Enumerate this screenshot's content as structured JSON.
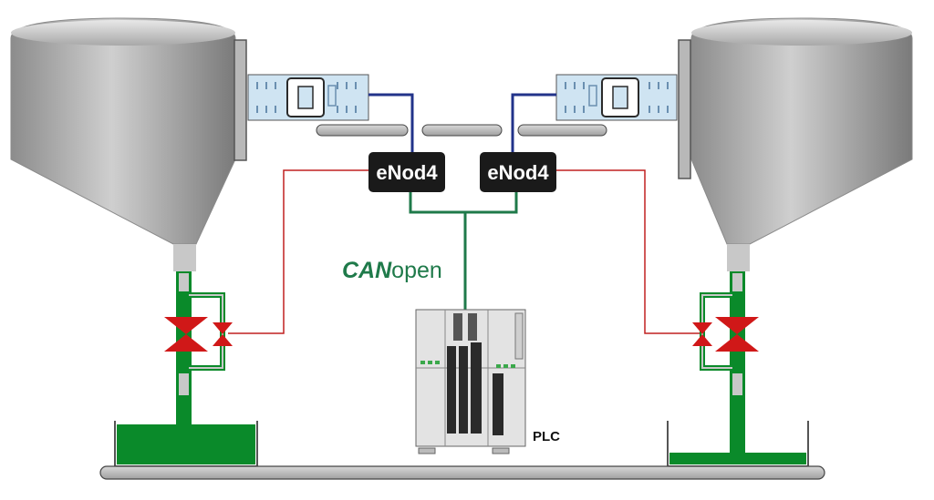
{
  "nodes": [
    {
      "label": "eNod4"
    },
    {
      "label": "eNod4"
    }
  ],
  "bus": {
    "brand_bold": "CAN",
    "brand_light": "open"
  },
  "controller": {
    "label": "PLC"
  },
  "colors": {
    "fluid": "#0a8a2a",
    "valve": "#d01818",
    "signal_wire": "#c02020",
    "can_wire": "#1f7a4a",
    "sensor_wire": "#22338a",
    "node_box": "#1a1a1a",
    "hopper": "#b5b5b5",
    "plc_body": "#e3e3e3"
  },
  "icons": [
    "hopper-icon",
    "load-cell-icon",
    "valve-icon",
    "container-icon",
    "conveyor-icon",
    "plc-icon"
  ]
}
